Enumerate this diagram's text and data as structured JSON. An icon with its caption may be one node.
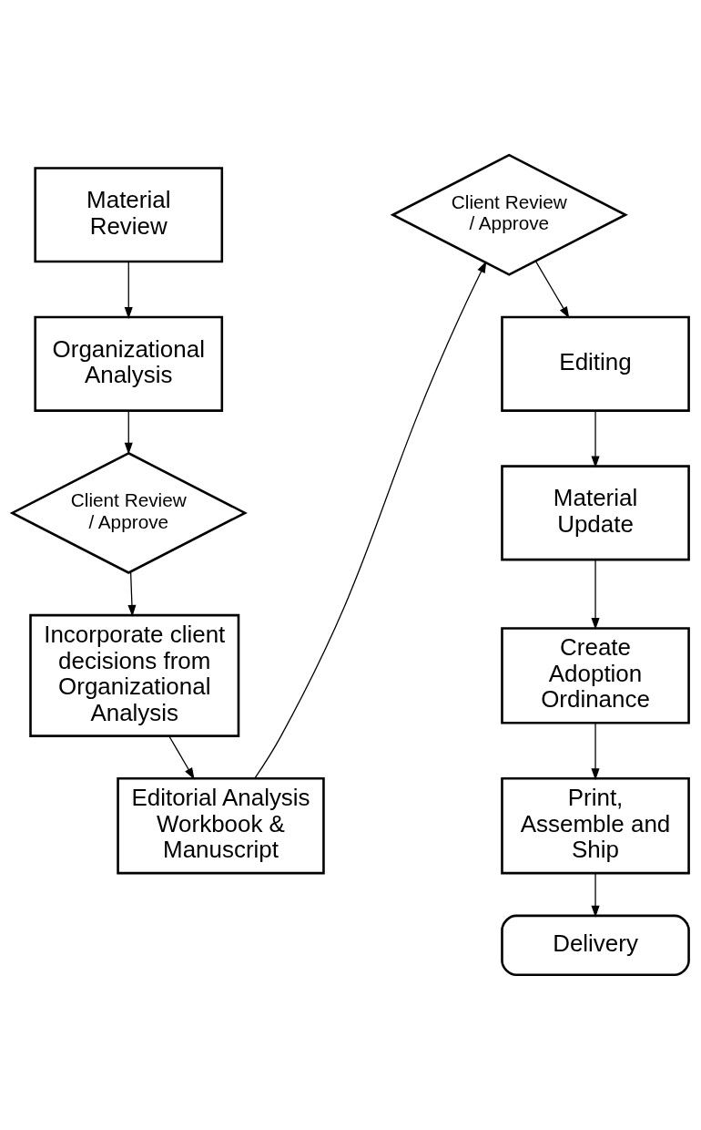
{
  "diagram": {
    "nodes": [
      {
        "text": [
          "Material Review"
        ]
      },
      {
        "text": [
          "Organizational Analysis"
        ]
      },
      {
        "text": [
          "Client Review / Approve"
        ]
      },
      {
        "text": [
          "Incorporate client decisions from Organizational Analysis"
        ]
      },
      {
        "text": [
          "Editorial Analysis Workbook & Manuscript"
        ]
      },
      {
        "text": [
          "Client Review / Approve"
        ]
      },
      {
        "text": [
          "Editing"
        ]
      },
      {
        "text": [
          "Material Update"
        ]
      },
      {
        "text": [
          "Create Adoption Ordinance"
        ]
      },
      {
        "text": [
          "Print, Assemble and Ship"
        ]
      },
      {
        "text": [
          "Delivery"
        ]
      }
    ],
    "edges": [
      {
        "from": 0,
        "to": 1,
        "arrow": "to"
      },
      {
        "from": 1,
        "to": 2,
        "arrow": "to"
      },
      {
        "from": 2,
        "to": 3,
        "arrow": "to"
      },
      {
        "from": 3,
        "to": 4,
        "arrow": "to"
      },
      {
        "from": 4,
        "to": 5,
        "arrow": "to"
      },
      {
        "from": 5,
        "to": 6,
        "arrow": "to"
      },
      {
        "from": 6,
        "to": 7,
        "arrow": "to"
      },
      {
        "from": 7,
        "to": 8,
        "arrow": "to"
      },
      {
        "from": 8,
        "to": 9,
        "arrow": "to"
      },
      {
        "from": 9,
        "to": 10,
        "arrow": "to"
      }
    ]
  }
}
